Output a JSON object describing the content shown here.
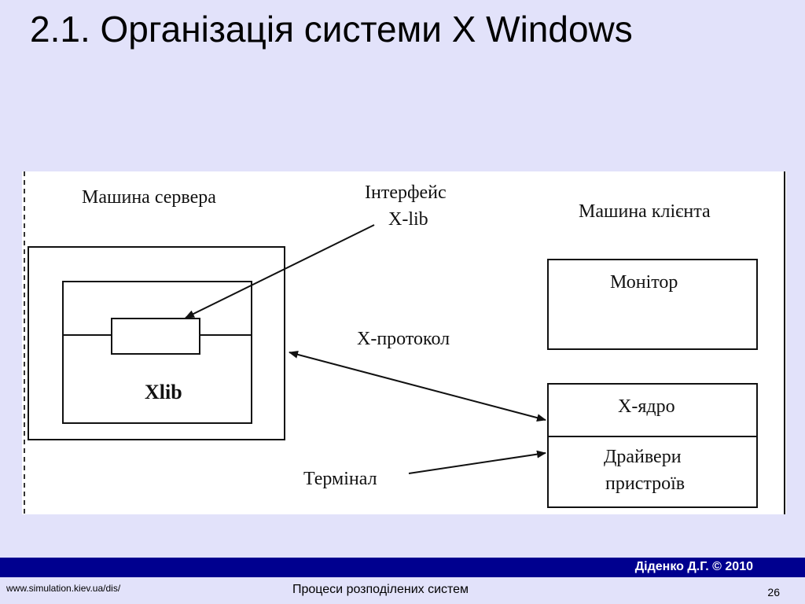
{
  "slide": {
    "title": "2.1. Організація системи X Windows"
  },
  "diagram": {
    "server_label": "Машина сервера",
    "xlib_interface_label_line1": "Інтерфейс",
    "xlib_interface_label_line2": "X-lib",
    "client_label": "Машина клієнта",
    "monitor_label": "Монітор",
    "xlib_label": "Xlib",
    "protocol_label": "X-протокол",
    "kernel_label": "X-ядро",
    "drivers_label_line1": "Драйвери",
    "drivers_label_line2": "пристроїв",
    "terminal_label": "Термінал"
  },
  "footer": {
    "author": "Діденко Д.Г. © 2010",
    "url": "www.simulation.kiev.ua/dis/",
    "course": "Процеси розподілених систем",
    "page": "26"
  }
}
